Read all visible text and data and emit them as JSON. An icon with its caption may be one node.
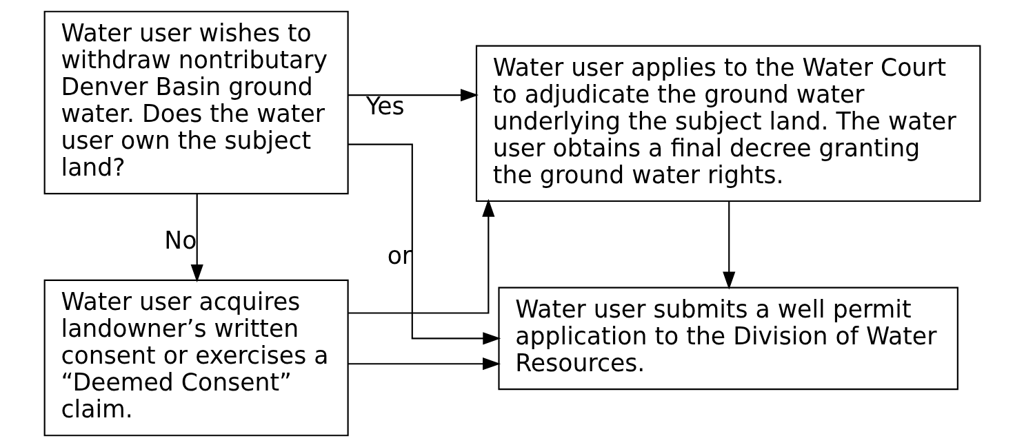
{
  "diagram": {
    "nodes": [
      {
        "text": [
          "Water user wishes to withdraw nontributary Denver Basin ground water.  Does the water user own the subject land?"
        ]
      },
      {
        "text": [
          "Water user acquires landowner’s written consent or exercises a “Deemed Consent” claim."
        ]
      },
      {
        "text": [
          "Water user applies to the Water Court to adjudicate the ground water underlying the subject land.  The water user obtains a final decree granting the ground water rights."
        ]
      },
      {
        "text": [
          "Water user submits a well permit application to the Division of Water Resources."
        ]
      }
    ],
    "edges": [
      {
        "from": 0,
        "to": 2,
        "arrow": "to",
        "label": "Yes"
      },
      {
        "from": 0,
        "to": 1,
        "arrow": "to",
        "label": "No"
      },
      {
        "from": 1,
        "to": 2,
        "arrow": "to"
      },
      {
        "from": 0,
        "to": 3,
        "arrow": "to",
        "label": "or"
      },
      {
        "from": 1,
        "to": 3,
        "arrow": "to"
      },
      {
        "from": 2,
        "to": 3,
        "arrow": "to"
      }
    ]
  }
}
